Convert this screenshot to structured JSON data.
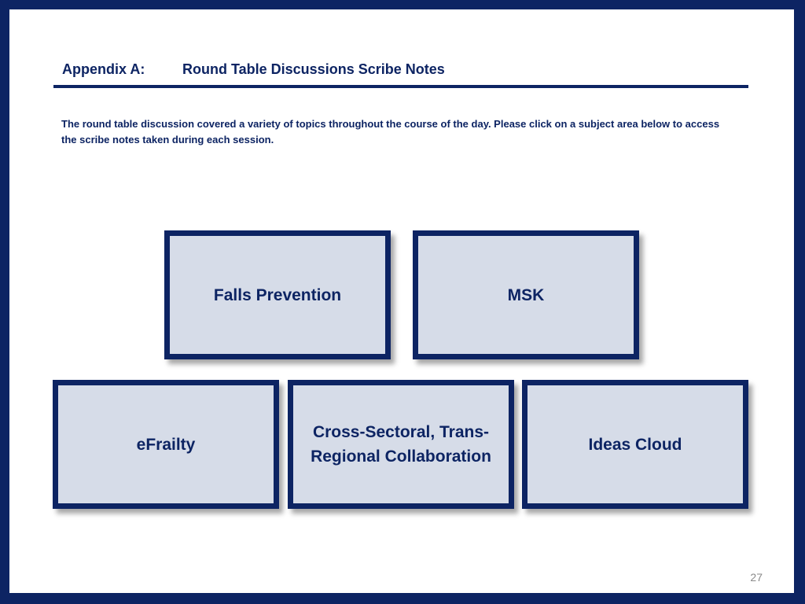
{
  "header": {
    "label": "Appendix A:",
    "title": "Round Table Discussions Scribe Notes"
  },
  "intro": {
    "text": "The round table discussion covered a variety of topics throughout the course of the day. Please click on a subject area below to access the scribe notes taken during each session."
  },
  "topics": [
    {
      "label": "Falls Prevention"
    },
    {
      "label": "MSK"
    },
    {
      "label": "eFrailty"
    },
    {
      "label": "Cross-Sectoral, Trans-Regional Collaboration"
    },
    {
      "label": "Ideas Cloud"
    }
  ],
  "footer": {
    "page_number": "27"
  },
  "colors": {
    "frame": "#0d2463",
    "box_fill": "#d6dce8",
    "text": "#0d2463",
    "page_number": "#8a8a8a"
  }
}
